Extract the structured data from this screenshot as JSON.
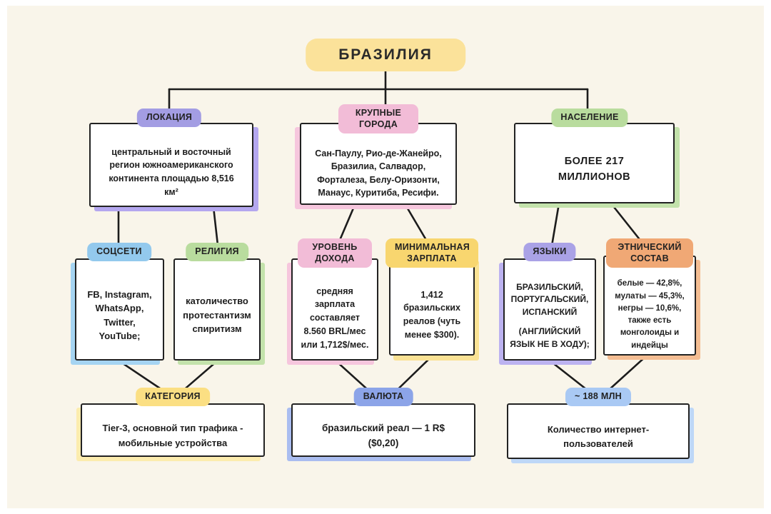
{
  "colors": {
    "background": "#f9f5ea",
    "title_yellow": "#fbe29a",
    "purple": "#a39de3",
    "pink": "#f2bcd7",
    "green": "#b9dc9e",
    "blue": "#93c9ed",
    "yellow": "#f8d66f",
    "orange": "#f0a875",
    "periwinkle": "#8ca4e8",
    "light_blue": "#a9c9f4",
    "line": "#1c1c1c"
  },
  "title": "БРАЗИЛИЯ",
  "nodes": {
    "location": {
      "label": "ЛОКАЦИЯ",
      "text": "центральный и восточный регион южноамериканского континента площадью 8,516 км²"
    },
    "cities": {
      "label": "КРУПНЫЕ ГОРОДА",
      "text": "Сан-Паулу, Рио-де-Жанейро, Бразилиа, Салвадор, Форталеза, Белу-Оризонти, Манаус, Куритиба, Ресифи."
    },
    "population": {
      "label": "НАСЕЛЕНИЕ",
      "prefix": "БОЛЕЕ",
      "number": "217",
      "suffix": "МИЛЛИОНОВ"
    },
    "social": {
      "label": "СОЦСЕТИ",
      "text": "FB, Instagram, WhatsApp, Twitter, YouTube;"
    },
    "religion": {
      "label": "РЕЛИГИЯ",
      "text": "католичество протестантизм спиритизм"
    },
    "income": {
      "label": "УРОВЕНЬ ДОХОДА",
      "text": "средняя зарплата составляет 8.560 BRL/мес или 1,712$/мес."
    },
    "min_wage": {
      "label": "МИНИМАЛЬНАЯ ЗАРПЛАТА",
      "text": "1,412 бразильских реалов (чуть менее $300)."
    },
    "languages": {
      "label": "ЯЗЫКИ",
      "text1": "БРАЗИЛЬСКИЙ, ПОРТУГАЛЬСКИЙ, ИСПАНСКИЙ",
      "text2": "(АНГЛИЙСКИЙ ЯЗЫК НЕ В ХОДУ);"
    },
    "ethnicity": {
      "label": "ЭТНИЧЕСКИЙ СОСТАВ",
      "text": "белые — 42,8%, мулаты — 45,3%, негры — 10,6%, также есть монголоиды и индейцы"
    },
    "category": {
      "label": "КАТЕГОРИЯ",
      "text": "Tier-3, основной тип трафика - мобильные устройства"
    },
    "currency": {
      "label": "ВАЛЮТА",
      "line1": "бразильский реал — 1 R$",
      "line2": "($0,20)"
    },
    "internet": {
      "label": "~ 188 МЛН",
      "text": "Количество интернет-пользователей"
    }
  }
}
